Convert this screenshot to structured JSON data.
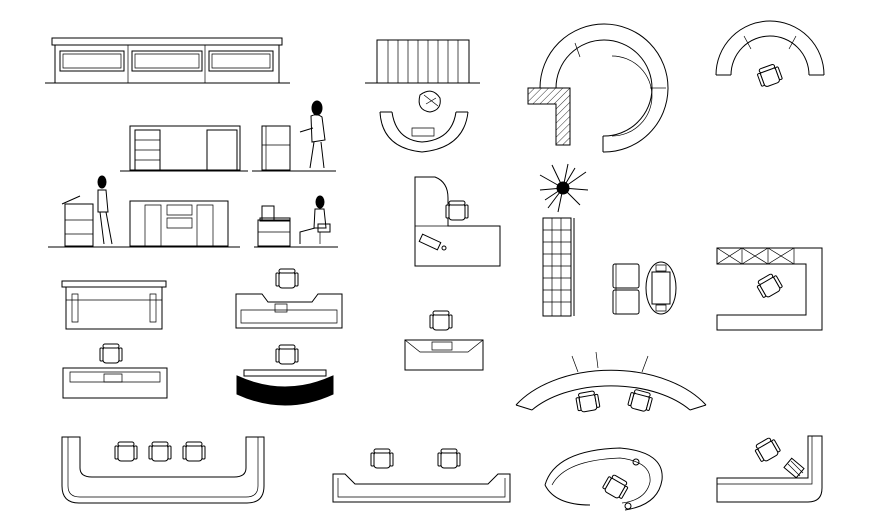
{
  "drawing": {
    "background": "#ffffff",
    "line_color": "#000000",
    "blocks": [
      "counter-elevation-long",
      "counter-elevation-slatted",
      "curved-counter-plan-large",
      "curved-desk-plan-small",
      "desk-elevation-person-standing",
      "reception-desk-plan-person",
      "counter-elevation-side",
      "counter-elevation-person-typing",
      "corner-reception-desk-plan",
      "palm-plant-plan",
      "tiled-panel-plan",
      "sofa-pair-plan",
      "oval-table-plan",
      "l-shaped-counter-plan",
      "reception-desk-front-elevation",
      "desk-plan-chair-a",
      "desk-plan-chair-b",
      "desk-plan-chair-c",
      "desk-plan-dark-counter",
      "curved-counter-plan-two-chairs",
      "u-counter-plan-three-chairs",
      "long-counter-plan-two-chairs",
      "curved-desk-plan-spiral",
      "l-desk-plan-corner-chair"
    ]
  }
}
